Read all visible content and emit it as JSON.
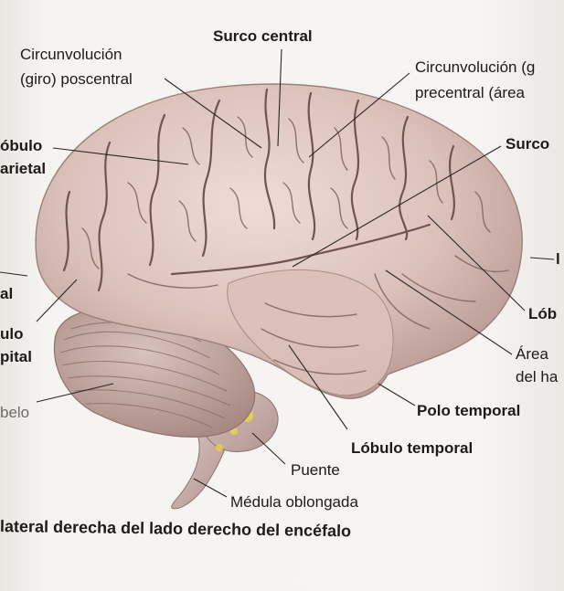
{
  "labels": {
    "circ_post_1": "Circunvolución",
    "circ_post_2": "(giro) poscentral",
    "surco_central": "Surco central",
    "circ_pre_1": "Circunvolución (g",
    "circ_pre_2": "precentral (área",
    "surco": "Surco",
    "lobulo_par_1": "óbulo",
    "lobulo_par_2": "arietal",
    "edge_1": "al",
    "edge_2": "ulo",
    "edge_3": "pital",
    "edge_4": "belo",
    "right_l": "l",
    "lob": "Lób",
    "area_1": "Área",
    "area_2": "del ha",
    "polo_temporal": "Polo temporal",
    "lobulo_temporal": "Lóbulo temporal",
    "puente": "Puente",
    "medula": "Médula oblongada",
    "caption": "lateral derecha del lado derecho del encéfalo"
  },
  "colors": {
    "brain_fill": "#e2c9c3",
    "brain_shadow": "#a98a86",
    "sulcus": "#6a4f4c",
    "cerebellum": "#c2a6a0",
    "leader": "#2a2624",
    "highlight": "#e8d94a"
  }
}
